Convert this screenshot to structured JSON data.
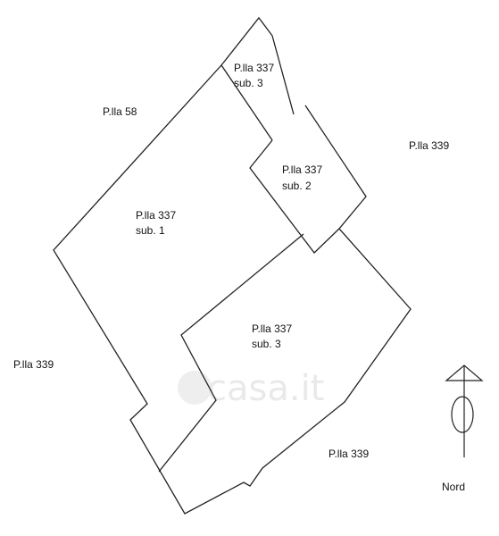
{
  "labels": {
    "p58": "P.lla 58",
    "p339_right": "P.lla 339",
    "p339_left": "P.lla 339",
    "p339_bottom": "P.lla 339",
    "sub3_top_line1": "P.lla 337",
    "sub3_top_line2": "sub. 3",
    "sub2_line1": "P.lla 337",
    "sub2_line2": "sub. 2",
    "sub1_line1": "P.lla 337",
    "sub1_line2": "sub. 1",
    "sub3_mid_line1": "P.lla 337",
    "sub3_mid_line2": "sub. 3"
  },
  "compass": {
    "label": "Nord",
    "icon": "north-arrow-icon"
  },
  "watermark": {
    "text": "casa.it"
  },
  "colors": {
    "line": "#222222",
    "text": "#111111",
    "watermark": "#e9e9e9",
    "background": "#ffffff"
  }
}
